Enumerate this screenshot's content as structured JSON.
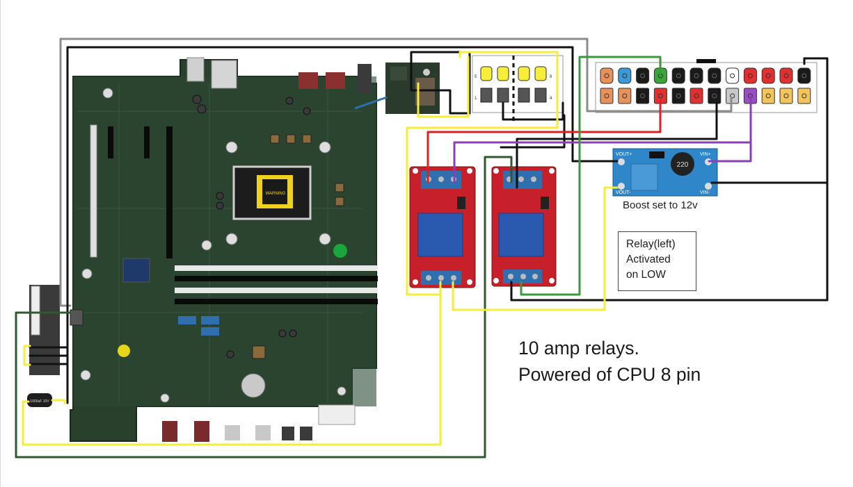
{
  "labels": {
    "boost": "Boost set to 12v",
    "note_lines": [
      "Relay(left)",
      "Activated",
      "on LOW"
    ],
    "main_lines": [
      "10 amp relays.",
      "Powered of CPU 8 pin"
    ]
  },
  "components": {
    "cpu_socket": "WARNING",
    "inductor": "220",
    "boost_terminals": [
      "VOUT+",
      "VOUT-",
      "VIN+",
      "VIN-"
    ],
    "cpu_pin_numbers": [
      "5",
      "8",
      "1",
      "4"
    ],
    "capacitor_text": "1000uF 10V"
  },
  "atx_pin_colors": {
    "top": [
      "#e8925a",
      "#3a9ad9",
      "#1a1a1a",
      "#3aa63a",
      "#1a1a1a",
      "#1a1a1a",
      "#1a1a1a",
      "#ffffff",
      "#e03030",
      "#e03030",
      "#e03030",
      "#1a1a1a"
    ],
    "bottom": [
      "#e8925a",
      "#e8925a",
      "#1a1a1a",
      "#e03030",
      "#1a1a1a",
      "#e03030",
      "#1a1a1a",
      "#c8c8c8",
      "#9a4fc0",
      "#f2c45a",
      "#f2c45a",
      "#f2c45a"
    ]
  },
  "wire_colors": {
    "gray": "#8c8c8c",
    "black": "#111111",
    "yellow": "#f7ee3a",
    "red": "#e02020",
    "purple": "#8a3fb8",
    "green": "#3a9a3a",
    "dark_green": "#2f5a2f",
    "blue": "#2f6fb0"
  }
}
